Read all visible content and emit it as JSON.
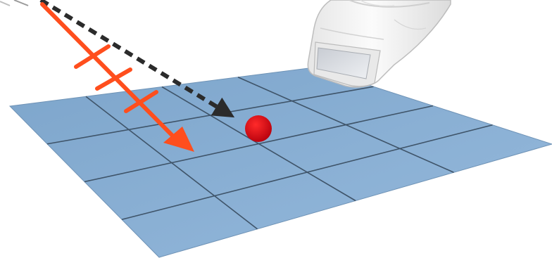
{
  "colors": {
    "background": "#ffffff",
    "plane_fill": "#86aed3",
    "plane_shade_far": "#7fa7cd",
    "plane_shade_near": "#92b7db",
    "grid_line": "#3f5469",
    "orange_arrow": "#ff4e1d",
    "dashed_arrow": "#2b2b2b",
    "target_dot": "#d00010",
    "probe_body": "#f1f1f1",
    "probe_window": "#d9dde4"
  },
  "diagram": {
    "grid": {
      "rows": 4,
      "cols": 4
    },
    "orange_arrow_tick_count": 3,
    "dashed_arrow_style": "dashed",
    "target_marker": "red-dot",
    "probe": "ultrasound-probe"
  }
}
